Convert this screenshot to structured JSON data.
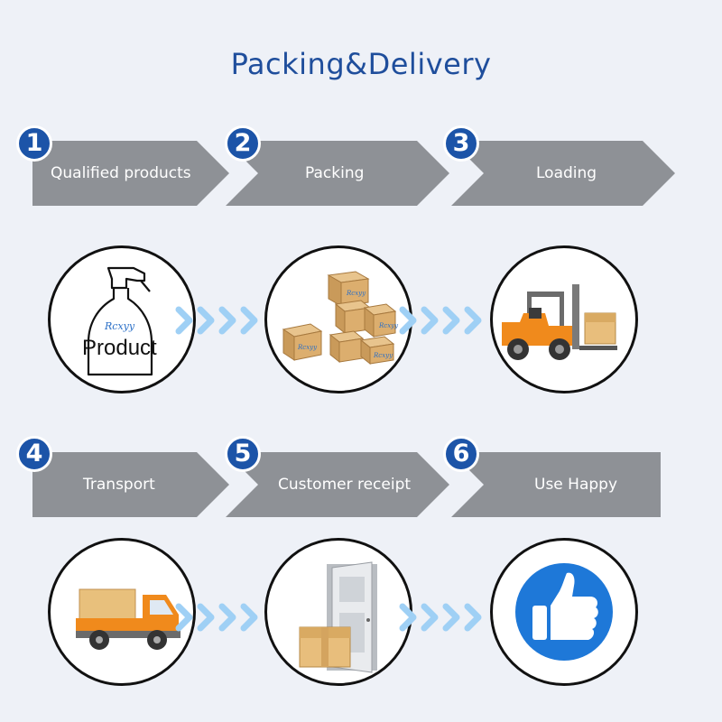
{
  "title": "Packing&Delivery",
  "steps": [
    {
      "number": "1",
      "label": "Qualified products"
    },
    {
      "number": "2",
      "label": "Packing"
    },
    {
      "number": "3",
      "label": "Loading"
    },
    {
      "number": "4",
      "label": "Transport"
    },
    {
      "number": "5",
      "label": "Customer receipt"
    },
    {
      "number": "6",
      "label": "Use Happy"
    }
  ],
  "product_label": "Product",
  "logo_text": "Rcxyy",
  "colors": {
    "banner": "#8e9196",
    "badge": "#1c54a8",
    "title": "#1f4e9c",
    "chevron": "#9fd0f5",
    "thumb_bg": "#1e78d8"
  },
  "icons": [
    "spray-bottle-icon",
    "boxes-icon",
    "forklift-icon",
    "truck-icon",
    "door-box-icon",
    "thumbs-up-icon"
  ]
}
